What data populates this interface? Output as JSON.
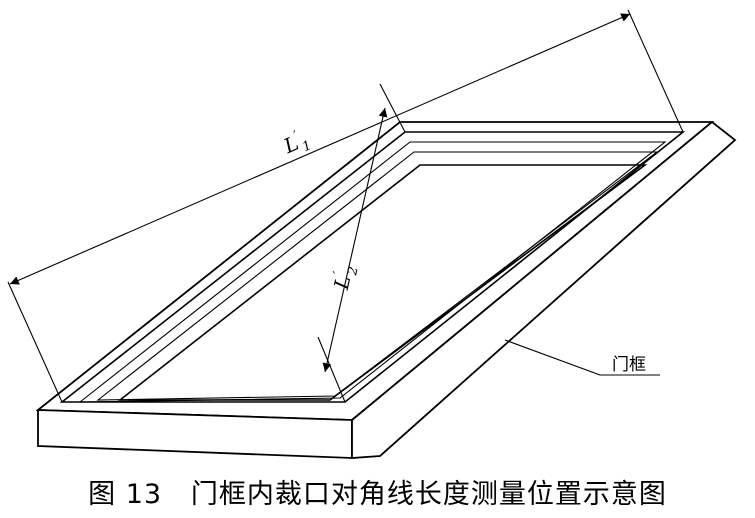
{
  "labels": {
    "diag1_main": "L",
    "diag1_prime": "′",
    "diag1_sub": "1",
    "diag2_main": "L",
    "diag2_prime": "′",
    "diag2_sub": "2",
    "frame_callout": "门框"
  },
  "caption": {
    "figure_no": "图 13",
    "title": "门框内裁口对角线长度测量位置示意图"
  }
}
